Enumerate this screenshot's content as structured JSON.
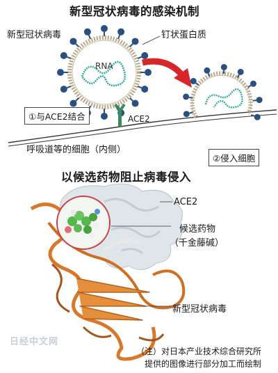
{
  "section1": {
    "title": "新型冠状病毒的感染机制",
    "virus_label": "新型冠状病毒",
    "spike_label": "钉状蛋白质",
    "rna_label": "RNA",
    "step1_label": "①与ACE2结合",
    "ace2_label": "ACE2",
    "cell_label": "呼吸道等的细胞（内侧）",
    "step2_label": "②侵入细胞"
  },
  "section2": {
    "title": "以候选药物阻止病毒侵入",
    "ace2_label": "ACE2",
    "drug_label": "候选药物",
    "drug_name": "（千金藤碱）",
    "virus_label": "新型冠状病毒"
  },
  "watermark": "日经中文网",
  "note": {
    "line1": "（注）对日本产业技术综合研究所",
    "line2": "提供的图像进行部分加工而绘制"
  },
  "colors": {
    "spike": "#2b4f7e",
    "rna": "#2fae9d",
    "arrow": "#d6262a",
    "ace2": "#3b8a5e",
    "protein_orange": "#d9782a",
    "drug_green": "#55b84a"
  }
}
